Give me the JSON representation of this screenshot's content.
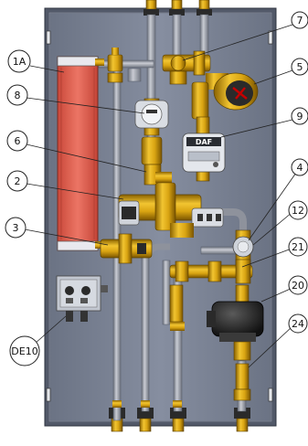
{
  "labels": {
    "l1a": "1A",
    "l2": "2",
    "l3": "3",
    "l4": "4",
    "l5": "5",
    "l6": "6",
    "l7": "7",
    "l8": "8",
    "l9": "9",
    "l12": "12",
    "l20": "20",
    "l21": "21",
    "l24": "24",
    "lde10": "DE10"
  },
  "meter_brand": "DAF",
  "colors": {
    "panel": "#7d8597",
    "panel_edge": "#3d4250",
    "heat_exchanger": "#e05a4a",
    "brass": "#d8a20e",
    "pipe": "#a8acb6",
    "pump": "#1e1e1e"
  }
}
